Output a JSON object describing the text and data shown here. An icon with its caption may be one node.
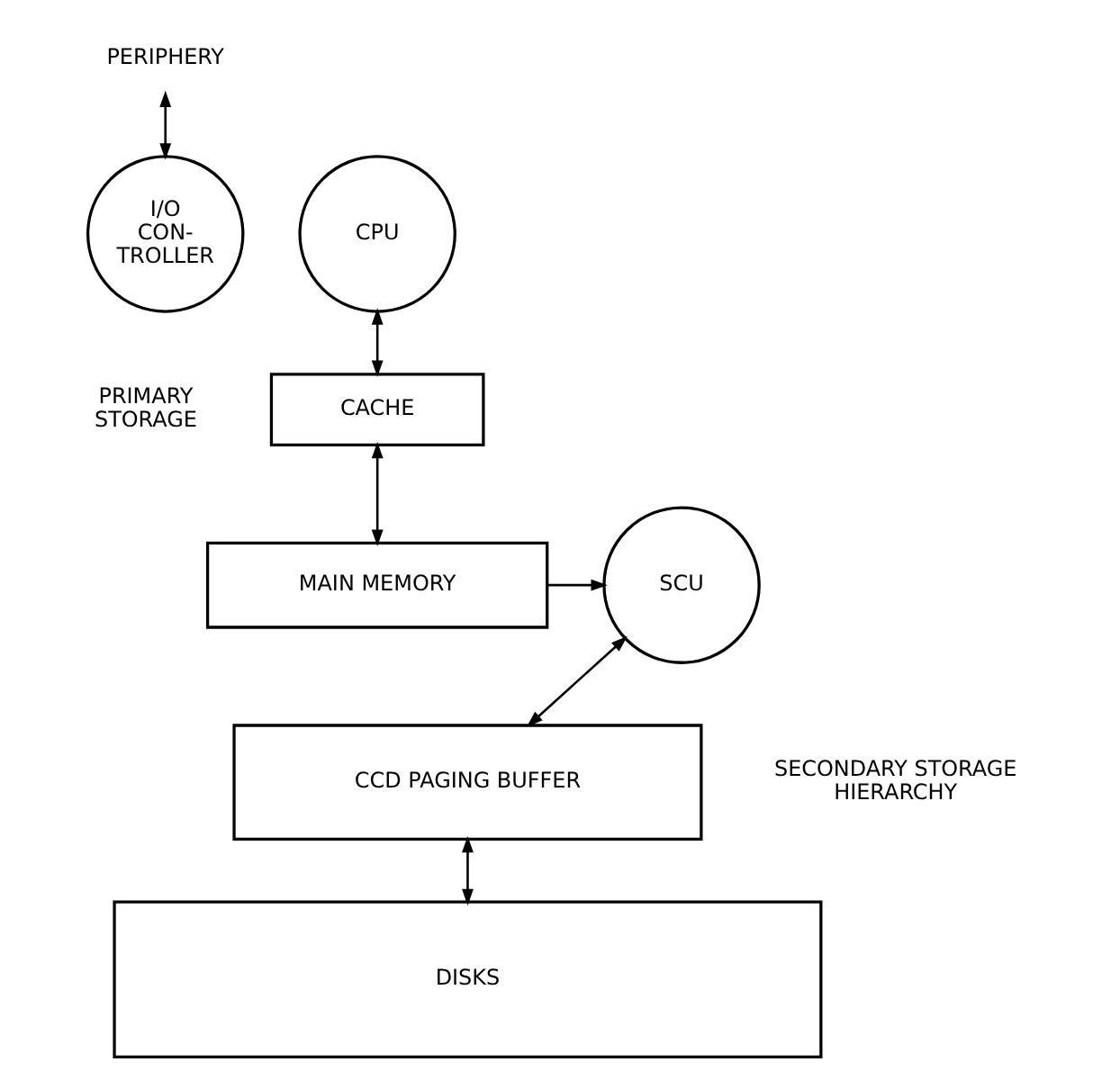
{
  "diagram": {
    "nodes": [
      {
        "text": [
          "PERIPHERY"
        ]
      },
      {
        "text": [
          "I/O CON- TROLLER"
        ]
      },
      {
        "text": [
          "CPU"
        ]
      },
      {
        "text": [
          "CACHE"
        ]
      },
      {
        "text": [
          "MAIN MEMORY"
        ]
      },
      {
        "text": [
          "SCU"
        ]
      },
      {
        "text": [
          "CCD PAGING BUFFER"
        ]
      },
      {
        "text": [
          "DISKS"
        ]
      }
    ],
    "edges": [
      {
        "from": 0,
        "to": 1,
        "arrow": "both"
      },
      {
        "from": 2,
        "to": 3,
        "arrow": "both"
      },
      {
        "from": 3,
        "to": 4,
        "arrow": "both"
      },
      {
        "from": 4,
        "to": 5,
        "arrow": "to"
      },
      {
        "from": 5,
        "to": 6,
        "arrow": "both"
      },
      {
        "from": 6,
        "to": 7,
        "arrow": "both"
      }
    ],
    "labels": [
      "PRIMARY STORAGE",
      "SECONDARY STORAGE HIERARCHY"
    ]
  }
}
